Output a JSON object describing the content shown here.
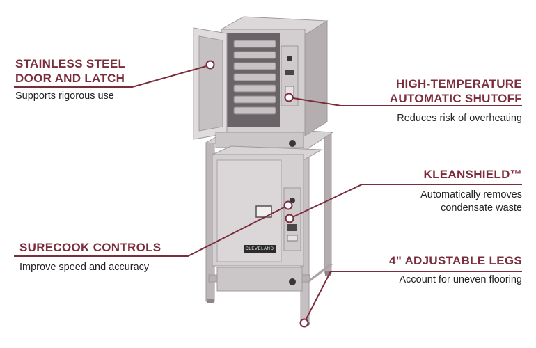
{
  "callouts": [
    {
      "title": "STAINLESS STEEL\nDOOR AND LATCH",
      "desc": "Supports rigorous use"
    },
    {
      "title": "HIGH-TEMPERATURE\nAUTOMATIC SHUTOFF",
      "desc": "Reduces risk of overheating"
    },
    {
      "title": "KLEANSHIELD™",
      "desc": "Automatically removes\ncondensate waste"
    },
    {
      "title": "SURECOOK CONTROLS",
      "desc": "Improve speed and accuracy"
    },
    {
      "title": "4\" ADJUSTABLE LEGS",
      "desc": "Account for uneven flooring"
    }
  ],
  "product": {
    "brand_plate": "CLEVELAND"
  },
  "colors": {
    "accent": "#7b2d3c",
    "steel": "#c9c4c6",
    "text": "#222222"
  }
}
